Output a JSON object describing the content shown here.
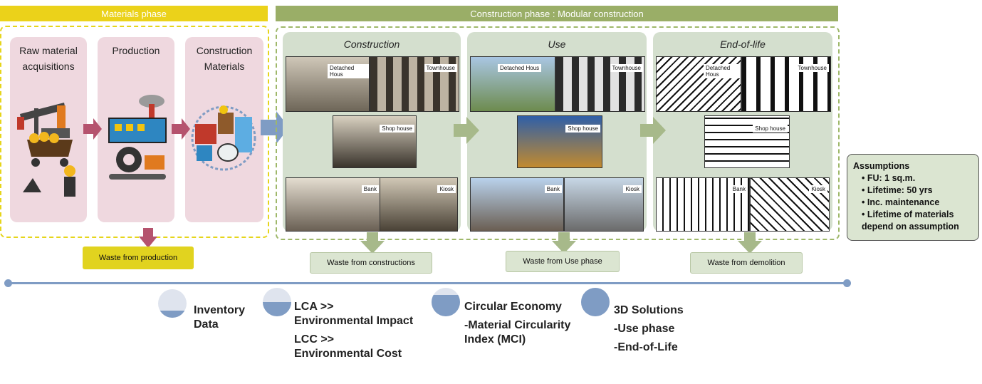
{
  "materials": {
    "banner": "Materials phase",
    "stages": [
      "Raw material acquisitions",
      "Production",
      "Construction Materials"
    ],
    "waste": "Waste from production"
  },
  "construction": {
    "banner": "Construction phase : Modular construction",
    "cards": [
      {
        "title": "Construction",
        "labels": [
          "Detached Hous",
          "Townhouse",
          "Shop house",
          "Bank",
          "Kiosk"
        ],
        "waste": "Waste from constructions"
      },
      {
        "title": "Use",
        "labels": [
          "Detached Hous",
          "Townhouse",
          "Shop house",
          "Bank",
          "Kiosk"
        ],
        "waste": "Waste from Use phase"
      },
      {
        "title": "End-of-life",
        "labels": [
          "Detached Hous",
          "Townhouse",
          "Shop house",
          "Bank",
          "Kiosk"
        ],
        "waste": "Waste from demolition"
      }
    ]
  },
  "assumptions": {
    "title": "Assumptions",
    "items": [
      "FU: 1 sq.m.",
      "Lifetime: 50 yrs",
      "Inc. maintenance",
      "Lifetime of materials depend on assumption"
    ]
  },
  "legend": {
    "steps": [
      {
        "icon": "quarter-fill-circle-icon",
        "fill": 0.25,
        "lines": [
          "Inventory",
          "Data"
        ]
      },
      {
        "icon": "half-fill-circle-icon",
        "fill": 0.5,
        "lines": [
          "LCA >>",
          "Environmental Impact",
          "LCC >>",
          "Environmental Cost"
        ]
      },
      {
        "icon": "three-quarter-fill-circle-icon",
        "fill": 0.75,
        "lines": [
          "Circular Economy",
          "-Material Circularity",
          "Index (MCI)"
        ]
      },
      {
        "icon": "full-fill-circle-icon",
        "fill": 1.0,
        "lines": [
          "3D Solutions",
          "-Use phase",
          "-End-of-Life"
        ]
      }
    ]
  },
  "colors": {
    "banner_yellow": "#ebd21a",
    "banner_green": "#9aae67",
    "pink_card": "#efd8df",
    "pink_arrow": "#b5536e",
    "green_card": "#d4dfce",
    "green_arrow": "#a7b98a",
    "blue_arrow": "#7f9cc4",
    "waste_yellow": "#e1d31f",
    "waste_green": "#dbe5d1",
    "timeline": "#7f9cc4"
  }
}
